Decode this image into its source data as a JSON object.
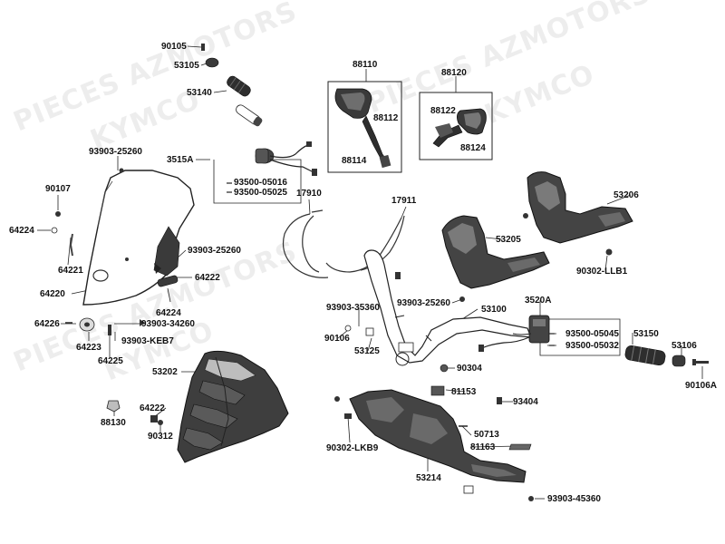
{
  "watermarks": [
    "PIECES AZMOTORS",
    "KYMCO",
    "PIECES AZMOTORS",
    "KYMCO",
    "PIECES AZMOTORS",
    "KYMCO"
  ],
  "labels": {
    "p90105": "90105",
    "p53105": "53105",
    "p53140": "53140",
    "p93903_25260_a": "93903-25260",
    "p3515A": "3515A",
    "p93500_05016": "93500-05016",
    "p93500_05025": "93500-05025",
    "p90107": "90107",
    "p64224_a": "64224",
    "p64221": "64221",
    "p93903_25260_b": "93903-25260",
    "p64222_a": "64222",
    "p64220": "64220",
    "p64224_b": "64224",
    "p64226": "64226",
    "p93903_34260": "93903-34260",
    "p64223": "64223",
    "p93903_KEB7": "93903-KEB7",
    "p64225": "64225",
    "p53202": "53202",
    "p64222_b": "64222",
    "p88130": "88130",
    "p90312": "90312",
    "p88110": "88110",
    "p88112": "88112",
    "p88114": "88114",
    "p88120": "88120",
    "p88122": "88122",
    "p88124": "88124",
    "p17910": "17910",
    "p17911": "17911",
    "p53206": "53206",
    "p53205": "53205",
    "p90302_LLB1": "90302-LLB1",
    "p93903_35360": "93903-35360",
    "p93903_25260_c": "93903-25260",
    "p53100": "53100",
    "p3520A": "3520A",
    "p93500_05045": "93500-05045",
    "p93500_05032": "93500-05032",
    "p53150": "53150",
    "p53106": "53106",
    "p90106A": "90106A",
    "p90106": "90106",
    "p53125": "53125",
    "p90304": "90304",
    "p81153": "81153",
    "p93404": "93404",
    "p50713": "50713",
    "p81163": "81163",
    "p90302_LKB9": "90302-LKB9",
    "p53214": "53214",
    "p93903_45360": "93903-45360"
  }
}
